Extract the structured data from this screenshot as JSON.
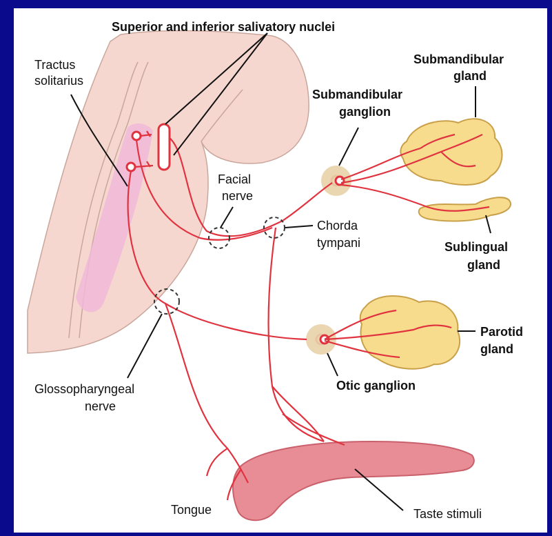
{
  "labels": {
    "nuclei": "Superior and inferior salivatory nuclei",
    "tractus_1": "Tractus",
    "tractus_2": "solitarius",
    "submand_gland_1": "Submandibular",
    "submand_gland_2": "gland",
    "submand_ganglion_1": "Submandibular",
    "submand_ganglion_2": "ganglion",
    "facial_1": "Facial",
    "facial_2": "nerve",
    "chorda_1": "Chorda",
    "chorda_2": "tympani",
    "sublingual_1": "Sublingual",
    "sublingual_2": "gland",
    "parotid_1": "Parotid",
    "parotid_2": "gland",
    "otic": "Otic ganglion",
    "glosso_1": "Glossopharyngeal",
    "glosso_2": "nerve",
    "tongue": "Tongue",
    "taste": "Taste stimuli"
  },
  "colors": {
    "frame": "#0a0a8c",
    "brainstem": "#f5d7cf",
    "nucleus_zone": "#f0b8d8",
    "nerve": "#e0333f",
    "gland": "#f7dc8e",
    "ganglion": "#e8d3a8",
    "tongue": "#e88c95"
  }
}
